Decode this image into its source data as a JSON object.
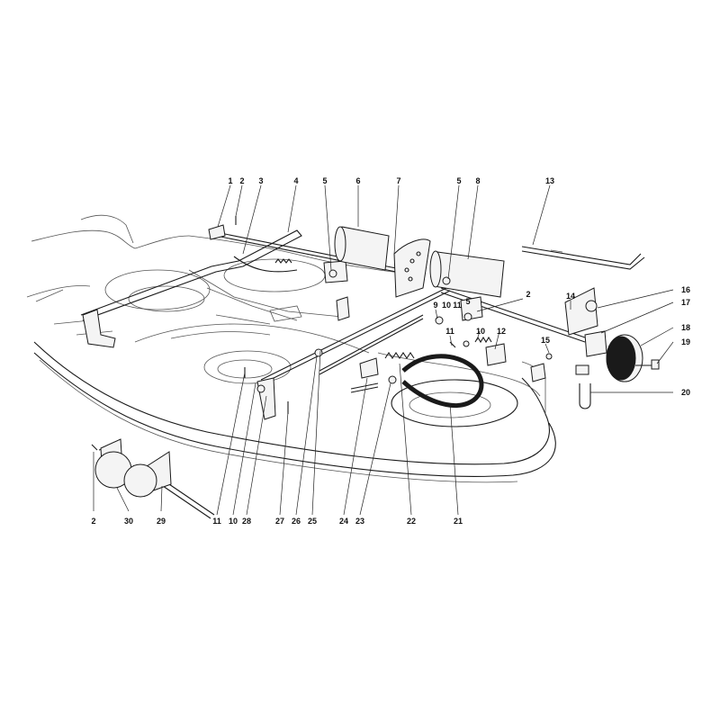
{
  "callouts": [
    {
      "id": "c1",
      "text": "1"
    },
    {
      "id": "c2a",
      "text": "2"
    },
    {
      "id": "c3",
      "text": "3"
    },
    {
      "id": "c4",
      "text": "4"
    },
    {
      "id": "c5a",
      "text": "5"
    },
    {
      "id": "c6",
      "text": "6"
    },
    {
      "id": "c7",
      "text": "7"
    },
    {
      "id": "c5b",
      "text": "5"
    },
    {
      "id": "c8",
      "text": "8"
    },
    {
      "id": "c13",
      "text": "13"
    },
    {
      "id": "c9",
      "text": "9"
    },
    {
      "id": "c10a",
      "text": "10"
    },
    {
      "id": "c11a",
      "text": "11"
    },
    {
      "id": "c5c",
      "text": "5"
    },
    {
      "id": "c2b",
      "text": "2"
    },
    {
      "id": "c14",
      "text": "14"
    },
    {
      "id": "c16",
      "text": "16"
    },
    {
      "id": "c17",
      "text": "17"
    },
    {
      "id": "c18",
      "text": "18"
    },
    {
      "id": "c19",
      "text": "19"
    },
    {
      "id": "c20",
      "text": "20"
    },
    {
      "id": "c11b",
      "text": "11"
    },
    {
      "id": "c10b",
      "text": "10"
    },
    {
      "id": "c12",
      "text": "12"
    },
    {
      "id": "c15",
      "text": "15"
    },
    {
      "id": "c2c",
      "text": "2"
    },
    {
      "id": "c30",
      "text": "30"
    },
    {
      "id": "c29",
      "text": "29"
    },
    {
      "id": "c11c",
      "text": "11"
    },
    {
      "id": "c10c",
      "text": "10"
    },
    {
      "id": "c28",
      "text": "28"
    },
    {
      "id": "c27",
      "text": "27"
    },
    {
      "id": "c26",
      "text": "26"
    },
    {
      "id": "c25",
      "text": "25"
    },
    {
      "id": "c24",
      "text": "24"
    },
    {
      "id": "c23",
      "text": "23"
    },
    {
      "id": "c22",
      "text": "22"
    },
    {
      "id": "c21",
      "text": "21"
    }
  ]
}
